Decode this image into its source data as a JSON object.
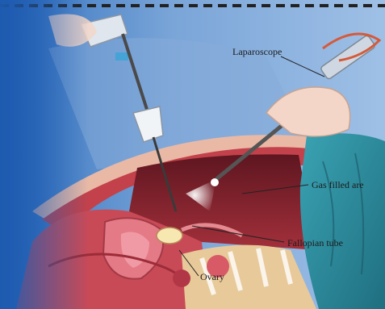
{
  "labels": {
    "laparoscope": "Laparoscope",
    "gas_filled_area": "Gas filled are",
    "fallopian_tube": "Fallopian tube",
    "ovary": "Ovary"
  },
  "colors": {
    "gown_blue": "#6f9bd0",
    "abdomen_red": "#a5303a",
    "cavity_dark": "#7a1f2a",
    "drape_teal": "#2f8fa0",
    "glove_skin": "#f3d6c8",
    "tissue_pink": "#e47a86",
    "dash_border": "#222222"
  }
}
